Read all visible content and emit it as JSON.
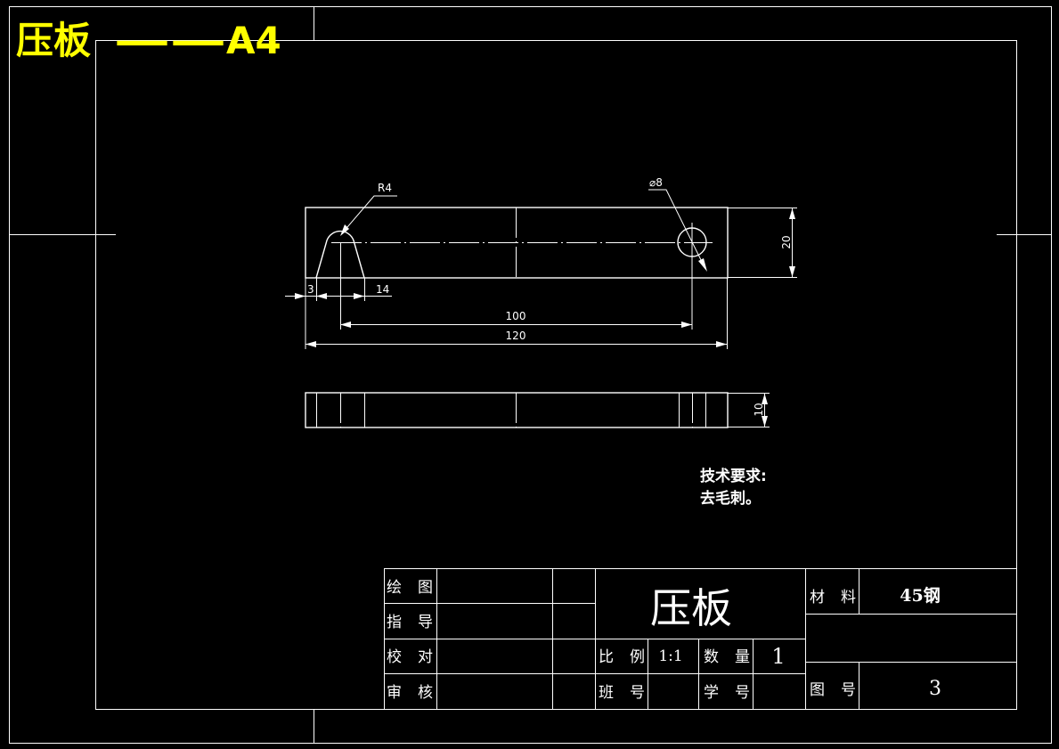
{
  "header": {
    "title_text": "压板",
    "dash_text": "——",
    "size_text": "A4"
  },
  "dimensions": {
    "radius": "R4",
    "diameter": "⌀8",
    "height_top": "20",
    "left_offset": "3",
    "slot_offset": "14",
    "hole_distance": "100",
    "overall_length": "120",
    "thickness": "10"
  },
  "notes": {
    "heading": "技术要求:",
    "item": "去毛刺。"
  },
  "title_block": {
    "drawn_by_label": "绘 图",
    "guided_by_label": "指 导",
    "checked_by_label": "校 对",
    "approved_by_label": "审 核",
    "part_name": "压板",
    "scale_label": "比 例",
    "scale_value": "1:1",
    "quantity_label": "数 量",
    "quantity_value": "1",
    "class_label": "班 号",
    "student_no_label": "学 号",
    "material_label": "材 料",
    "material_value": "45钢",
    "drawing_no_label": "图 号",
    "drawing_no_value": "3"
  },
  "colors": {
    "background": "#000000",
    "linework": "#ffffff",
    "header_text": "#ffff00"
  }
}
